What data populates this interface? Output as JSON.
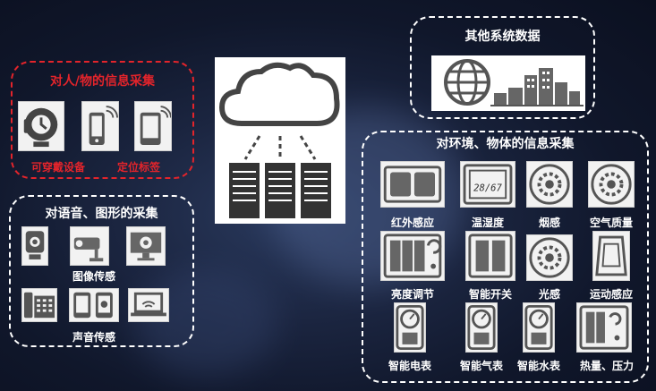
{
  "personal": {
    "title": "对人/物的信息采集",
    "items": [
      "可穿戴设备",
      "定位标签"
    ],
    "accent": "#e3242b"
  },
  "voice_image": {
    "title": "对语音、图形的采集",
    "items": [
      "图像传感",
      "声音传感"
    ]
  },
  "other_systems": {
    "title": "其他系统数据"
  },
  "environment": {
    "title": "对环境、物体的信息采集",
    "items": [
      "红外感应",
      "温湿度",
      "烟感",
      "空气质量",
      "亮度调节",
      "智能开关",
      "光感",
      "运动感应",
      "智能电表",
      "智能气表",
      "智能水表",
      "热量、压力"
    ],
    "thermo_reading": "28/67"
  }
}
